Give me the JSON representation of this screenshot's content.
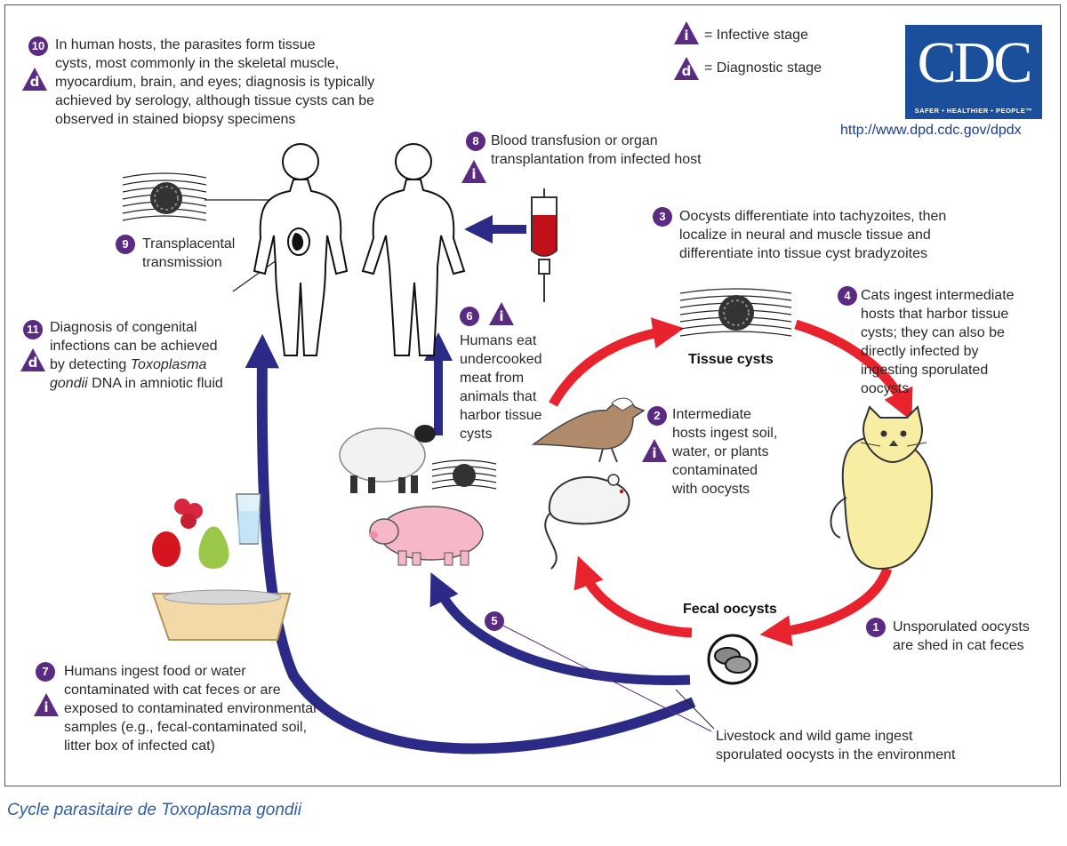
{
  "legend": {
    "infective": {
      "symbol": "i",
      "text": "= Infective stage"
    },
    "diagnostic": {
      "symbol": "d",
      "text": "= Diagnostic stage"
    }
  },
  "logo": {
    "mark": "CDC",
    "tagline": "SAFER • HEALTHIER • PEOPLE™"
  },
  "url": "http://www.dpd.cdc.gov/dpdx",
  "labels": {
    "tissue_cysts": "Tissue cysts",
    "fecal_oocysts": "Fecal oocysts"
  },
  "steps": [
    {
      "num": "1",
      "lines": [
        "Unsporulated oocysts",
        "are shed in cat feces"
      ]
    },
    {
      "num": "2",
      "lines": [
        "Intermediate",
        "hosts ingest soil,",
        "water, or plants",
        "contaminated",
        "with oocysts"
      ]
    },
    {
      "num": "3",
      "lines": [
        "Oocysts differentiate into tachyzoites, then",
        "localize in neural and muscle tissue and",
        "differentiate into tissue cyst bradyzoites"
      ]
    },
    {
      "num": "4",
      "lines": [
        "Cats ingest intermediate",
        "hosts that harbor tissue",
        "cysts; they can also be",
        "directly infected by",
        "ingesting sporulated",
        "oocysts"
      ]
    },
    {
      "num": "5",
      "lines": [
        "Livestock and wild game ingest",
        "sporulated oocysts in the environment"
      ]
    },
    {
      "num": "6",
      "lines": [
        "Humans eat",
        "undercooked",
        "meat from",
        "animals that",
        "harbor tissue",
        "cysts"
      ]
    },
    {
      "num": "7",
      "lines": [
        "Humans ingest food or water",
        "contaminated with cat feces or are",
        "exposed to contaminated environmental",
        "samples (e.g., fecal-contaminated soil,",
        "litter box of infected cat)"
      ]
    },
    {
      "num": "8",
      "lines": [
        "Blood transfusion or organ",
        "transplantation from infected host"
      ]
    },
    {
      "num": "9",
      "lines": [
        "Transplacental",
        "transmission"
      ]
    },
    {
      "num": "10",
      "lines": [
        "In human hosts, the parasites form tissue",
        "cysts, most commonly in the skeletal muscle,",
        "myocardium, brain, and eyes; diagnosis is typically",
        "achieved by serology, although tissue cysts can be",
        "observed in stained biopsy specimens"
      ]
    },
    {
      "num": "11",
      "lines": [
        "Diagnosis of congenital",
        "infections can be achieved",
        "by detecting",
        "Toxoplasma",
        "gondii",
        "DNA in amniotic fluid"
      ]
    }
  ],
  "caption": "Cycle parasitaire de Toxoplasma gondii",
  "colors": {
    "purple": "#5b2a82",
    "red_arrow": "#e8232e",
    "blue_arrow": "#2b2a86",
    "cdc_blue": "#1b4f9c"
  }
}
